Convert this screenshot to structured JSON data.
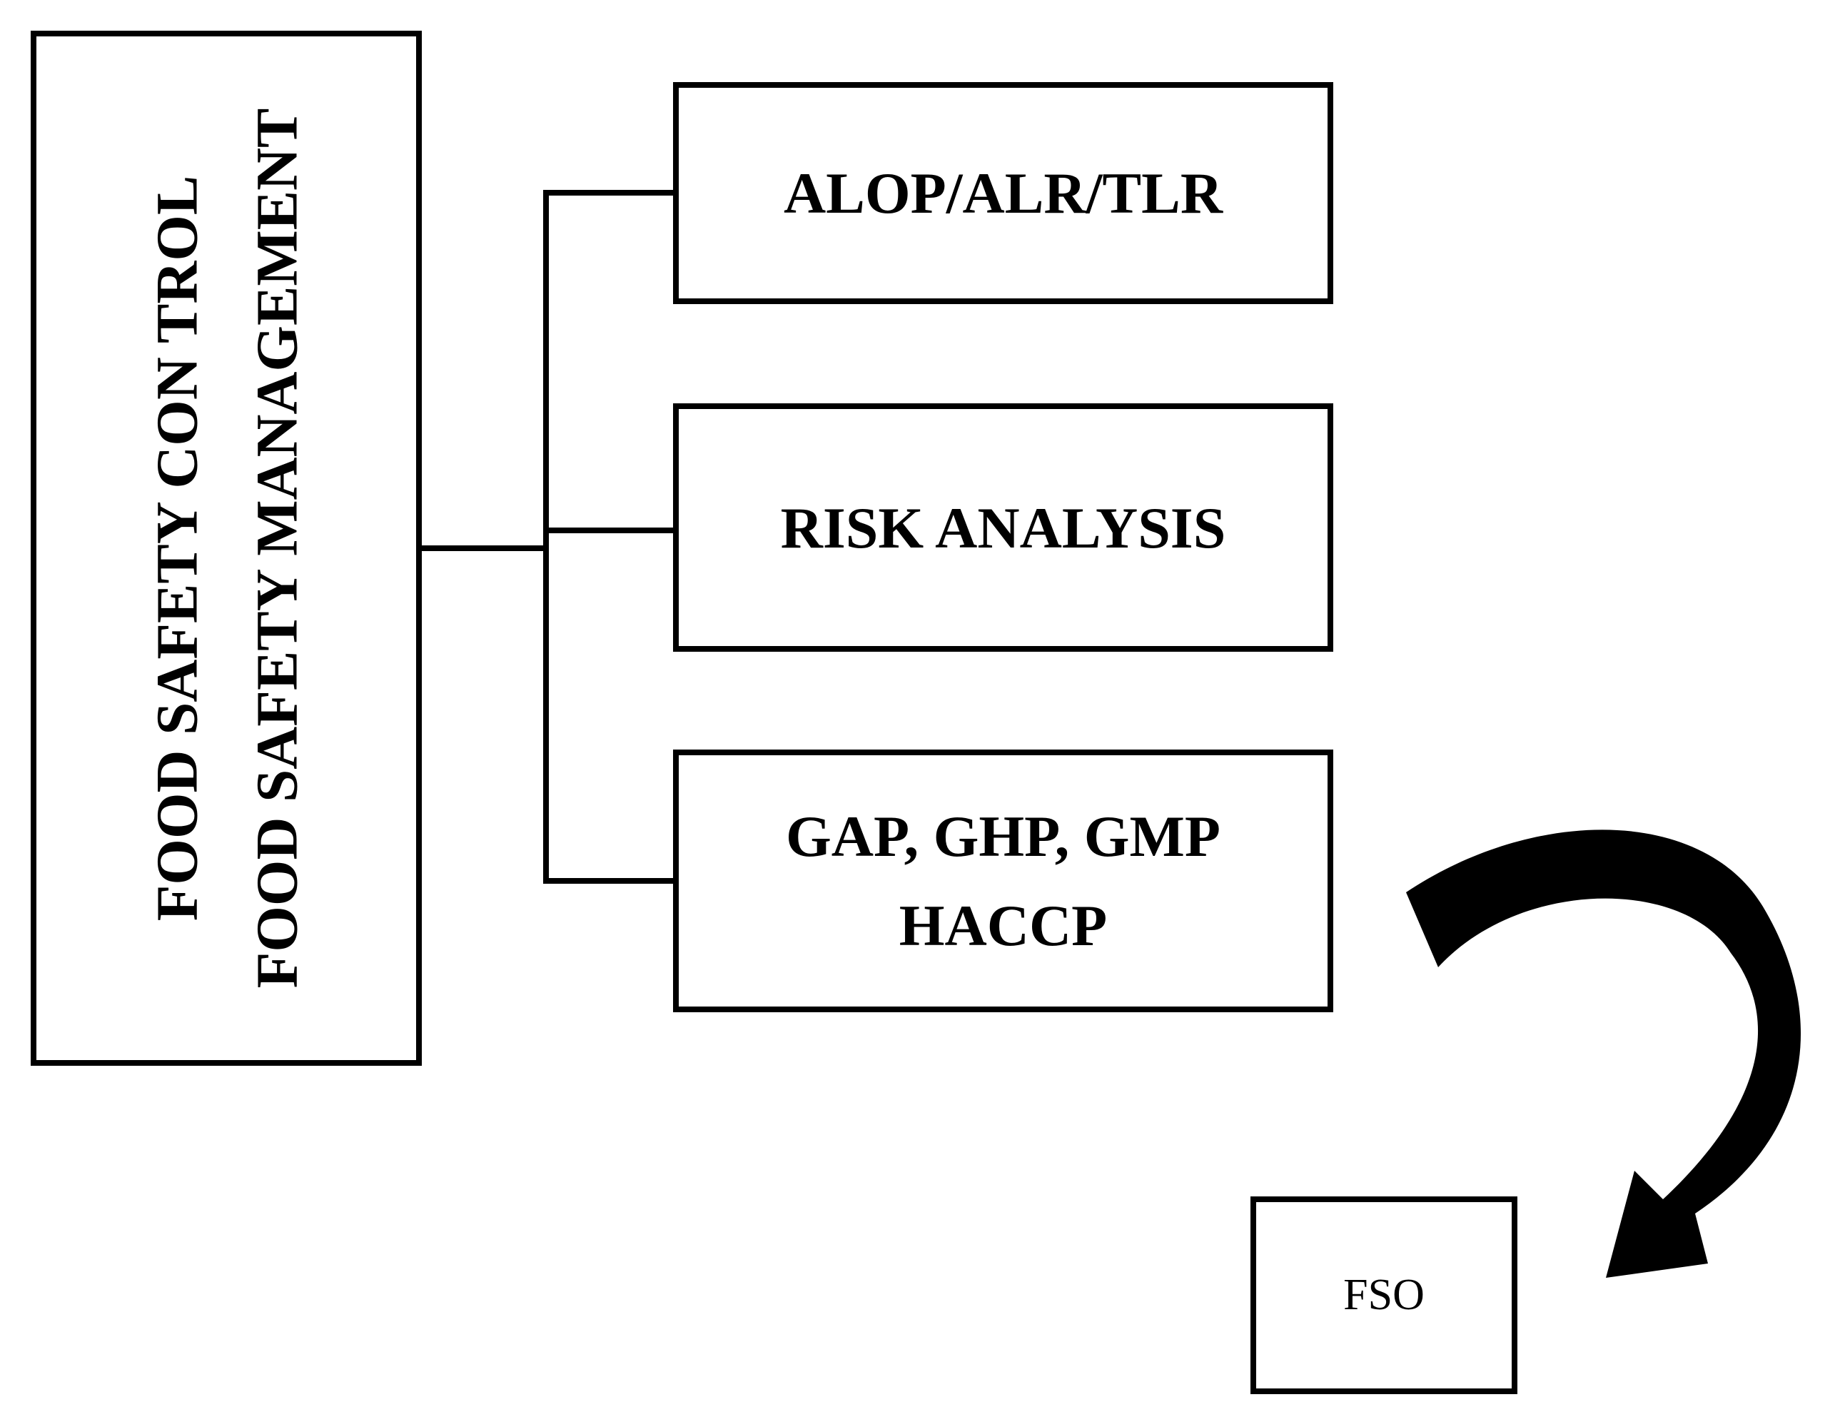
{
  "diagram": {
    "main": {
      "line1": "FOOD SAFETY CON TROL",
      "line2": "FOOD SAFETY MANAGEMENT"
    },
    "boxes": [
      {
        "lines": [
          "ALOP/ALR/TLR"
        ]
      },
      {
        "lines": [
          "RISK ANALYSIS"
        ]
      },
      {
        "lines": [
          "GAP, GHP, GMP",
          "HACCP"
        ]
      }
    ],
    "target": {
      "label": "FSO"
    },
    "colors": {
      "stroke": "#000000",
      "background": "#ffffff"
    }
  }
}
